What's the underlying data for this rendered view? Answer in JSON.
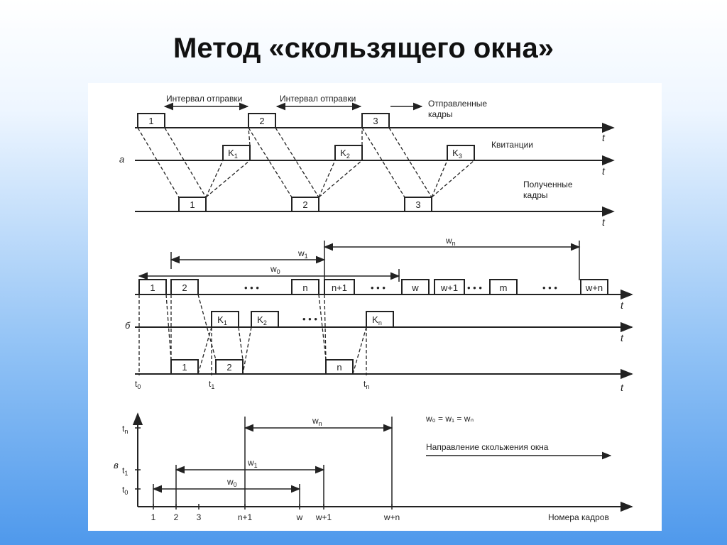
{
  "title": "Метод «скользящего окна»",
  "diagram": {
    "part_a": {
      "label": "а",
      "interval1": "Интервал отправки",
      "interval2": "Интервал отправки",
      "sent_label_1": "Отправленные",
      "sent_label_2": "кадры",
      "ack_label": "Квитанции",
      "recv_label_1": "Полученные",
      "recv_label_2": "кадры",
      "axis_t1": "t",
      "axis_t2": "t",
      "axis_t3": "t",
      "sent_frames": [
        "1",
        "2",
        "3"
      ],
      "ack_main": [
        "K",
        "K",
        "K"
      ],
      "ack_sub": [
        "1",
        "2",
        "3"
      ],
      "recv_frames": [
        "1",
        "2",
        "3"
      ]
    },
    "part_b": {
      "label": "б",
      "w1": "w",
      "w1_sub": "1",
      "w0": "w",
      "w0_sub": "0",
      "wn": "w",
      "wn_sub": "n",
      "sent_frames": [
        "1",
        "2",
        "n",
        "n+1",
        "w",
        "w+1",
        "m",
        "w+n"
      ],
      "dots": "• • •",
      "ack_main": [
        "K",
        "K",
        "K"
      ],
      "ack_sub": [
        "1",
        "2",
        "n"
      ],
      "recv_frames": [
        "1",
        "2",
        "n"
      ],
      "t0": "t",
      "t0_sub": "0",
      "t1": "t",
      "t1_sub": "1",
      "tn": "t",
      "tn_sub": "n",
      "axis_t1": "t",
      "axis_t2": "t",
      "axis_t3": "t"
    },
    "part_c": {
      "label": "в",
      "y_tn": "t",
      "y_tn_sub": "n",
      "y_t1": "t",
      "y_t1_sub": "1",
      "y_t0": "t",
      "y_t0_sub": "0",
      "x_ticks": [
        "1",
        "2",
        "3",
        "n+1",
        "w",
        "w+1",
        "w+n"
      ],
      "wn": "w",
      "wn_sub": "n",
      "w1": "w",
      "w1_sub": "1",
      "w0": "w",
      "w0_sub": "0",
      "equality": "w₀ = w₁ = wₙ",
      "direction": "Направление скольжения окна",
      "x_axis_label": "Номера кадров"
    }
  }
}
